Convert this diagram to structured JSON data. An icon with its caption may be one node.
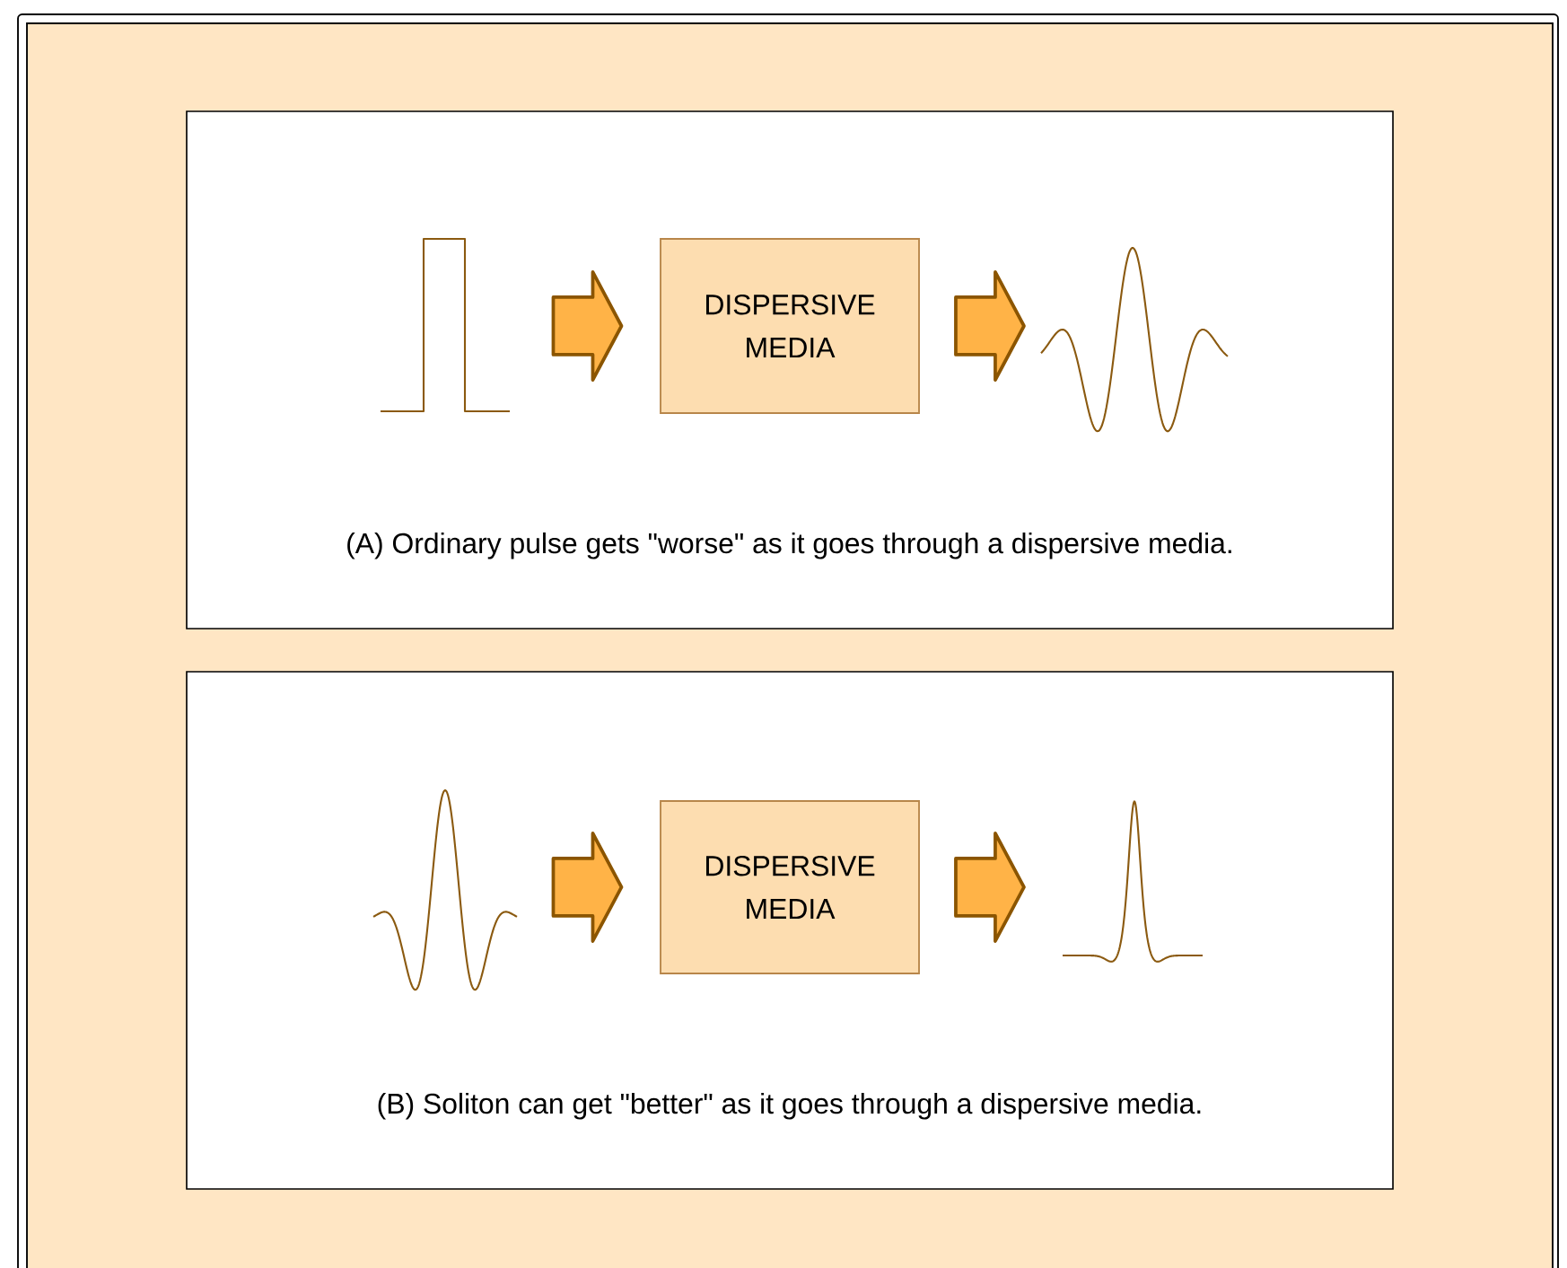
{
  "diagram": {
    "nodes": [
      {
        "text": [
          "(A) Ordinary pulse gets \"worse\" as it goes through a dispersive media."
        ]
      },
      {
        "text": [],
        "shape": "picture",
        "in": 0
      },
      {
        "text": [
          "DISPERSIVE MEDIA"
        ],
        "in": 0
      },
      {
        "text": [],
        "shape": "picture",
        "in": 0
      },
      {
        "text": [
          "(B) Soliton can get \"better\" as it goes through a dispersive media."
        ]
      },
      {
        "text": [],
        "shape": "picture",
        "in": 4
      },
      {
        "text": [
          "DISPERSIVE MEDIA"
        ],
        "in": 4
      },
      {
        "text": [],
        "shape": "picture",
        "in": 4
      }
    ],
    "edges": [
      {
        "from": 1,
        "to": 2,
        "arrow": "to"
      },
      {
        "from": 2,
        "to": 3,
        "arrow": "to"
      },
      {
        "from": 5,
        "to": 6,
        "arrow": "to"
      },
      {
        "from": 6,
        "to": 7,
        "arrow": "to"
      }
    ]
  }
}
